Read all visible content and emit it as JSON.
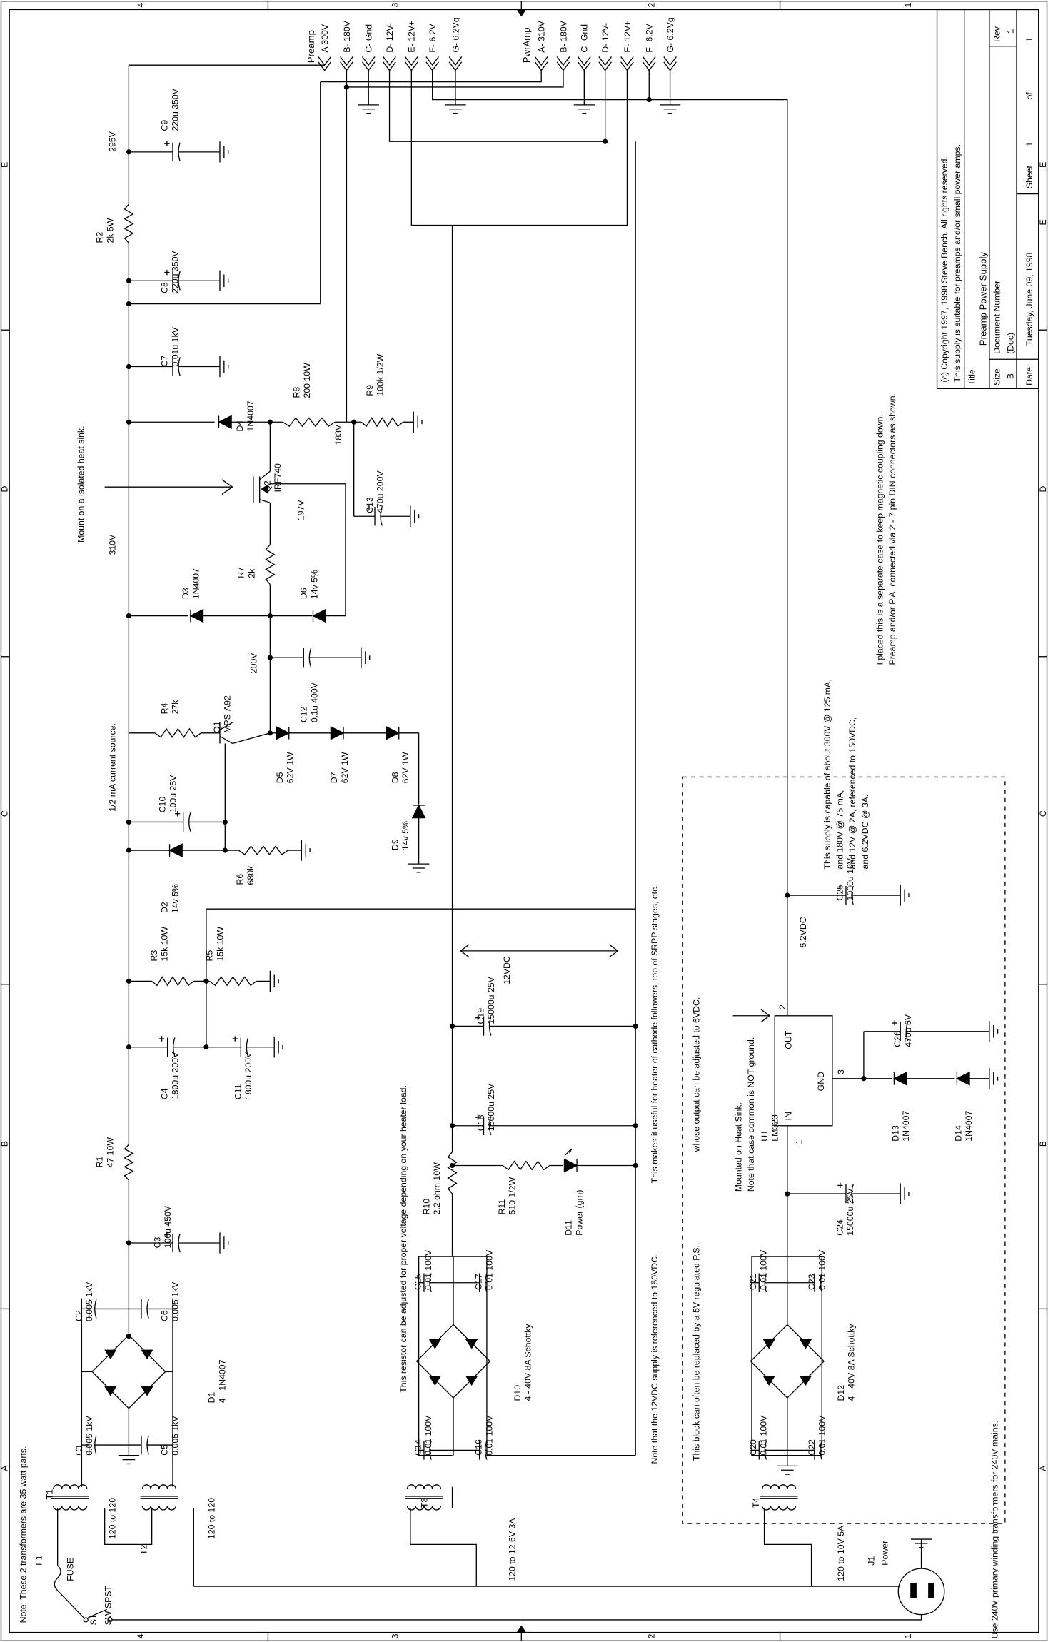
{
  "title_block": {
    "copyright": "(c) Copyright 1997, 1998 Steve Bench. All rights reserved.",
    "suitability": "This supply is suitable for preamps and/or small power amps.",
    "title_label": "Title",
    "title": "Preamp Power Supply",
    "size_label": "Size",
    "size": "B",
    "doc_number_label": "Document Number",
    "doc_number": "(Doc)",
    "rev_label": "Rev",
    "rev": "1",
    "date_label": "Date:",
    "date": "Tuesday, June 09, 1998",
    "sheet_label": "Sheet",
    "sheet": "1",
    "of_label": "of",
    "sheet_total": "1",
    "zone_mark": "E"
  },
  "zones": {
    "columns": [
      "4",
      "3",
      "2",
      "1"
    ],
    "rows": [
      "E",
      "D",
      "C",
      "B",
      "A"
    ]
  },
  "connectors": {
    "preamp": {
      "label": "Preamp",
      "pins": [
        "A 300V",
        "B- 180V",
        "C- Gnd",
        "D- 12V-",
        "E- 12V+",
        "F- 6.2V",
        "G- 6.2Vg"
      ]
    },
    "pwramp": {
      "label": "PwrAmp",
      "pins": [
        "A- 310V",
        "B- 180V",
        "C- Gnd",
        "D- 12V-",
        "E- 12V+",
        "F- 6.2V",
        "G- 6.2Vg"
      ]
    }
  },
  "components": {
    "C9": {
      "ref": "C9",
      "value": "220u 350V"
    },
    "R2": {
      "ref": "R2",
      "value": "2k 5W"
    },
    "C8": {
      "ref": "C8",
      "value": "220u 350V"
    },
    "C7": {
      "ref": "C7",
      "value": "0.01u 1kV"
    },
    "D4": {
      "ref": "D4",
      "value": "1N4007"
    },
    "R8": {
      "ref": "R8",
      "value": "200 10W"
    },
    "R9": {
      "ref": "R9",
      "value": "100k 1/2W"
    },
    "Q2": {
      "ref": "Q2",
      "value": "IRF740"
    },
    "C13": {
      "ref": "C13",
      "value": "470u 200V"
    },
    "D3": {
      "ref": "D3",
      "value": "1N4007"
    },
    "R7": {
      "ref": "R7",
      "value": "2k"
    },
    "D6": {
      "ref": "D6",
      "value": "14v 5%"
    },
    "C12": {
      "ref": "C12",
      "value": "0.1u 400V"
    },
    "R4": {
      "ref": "R4",
      "value": "27k"
    },
    "Q1": {
      "ref": "Q1",
      "value": "MPS-A92"
    },
    "D5": {
      "ref": "D5",
      "value": "62V 1W"
    },
    "D7": {
      "ref": "D7",
      "value": "62V 1W"
    },
    "D8": {
      "ref": "D8",
      "value": "62V 1W"
    },
    "C10": {
      "ref": "C10",
      "value": "100u 25V"
    },
    "D9": {
      "ref": "D9",
      "value": "14v 5%"
    },
    "D2": {
      "ref": "D2",
      "value": "14v 5%"
    },
    "R6": {
      "ref": "R6",
      "value": "680k"
    },
    "R3": {
      "ref": "R3",
      "value": "15k 10W"
    },
    "R5": {
      "ref": "R5",
      "value": "15k 10W"
    },
    "C4": {
      "ref": "C4",
      "value": "1800u 200V"
    },
    "C11": {
      "ref": "C11",
      "value": "1800u 200V"
    },
    "R1": {
      "ref": "R1",
      "value": "47 10W"
    },
    "C3": {
      "ref": "C3",
      "value": "100u 450V"
    },
    "C2": {
      "ref": "C2",
      "value": "0.005 1kV"
    },
    "C6": {
      "ref": "C6",
      "value": "0.005 1kV"
    },
    "C1": {
      "ref": "C1",
      "value": "0.005 1kV"
    },
    "C5": {
      "ref": "C5",
      "value": "0.005 1kV"
    },
    "D1": {
      "ref": "D1",
      "value": "4 - 1N4007"
    },
    "T1": {
      "ref": "T1",
      "value": "120 to 120"
    },
    "T2": {
      "ref": "T2",
      "value": "120 to 120"
    },
    "F1": {
      "ref": "F1",
      "value": "FUSE"
    },
    "S1": {
      "ref": "S1",
      "value": "SW SPST"
    },
    "C19": {
      "ref": "C19",
      "value": "15000u 25V"
    },
    "C18": {
      "ref": "C18",
      "value": "15000u 25V"
    },
    "R10": {
      "ref": "R10",
      "value": "2.2 ohm 10W"
    },
    "R11": {
      "ref": "R11",
      "value": "510 1/2W"
    },
    "D11": {
      "ref": "D11",
      "value": "Power (grn)"
    },
    "C15": {
      "ref": "C15",
      "value": "0.01 100V"
    },
    "C17": {
      "ref": "C17",
      "value": "0.01 100V"
    },
    "C14": {
      "ref": "C14",
      "value": "0.01 100V"
    },
    "C16": {
      "ref": "C16",
      "value": "0.01 100V"
    },
    "D10": {
      "ref": "D10",
      "value": "4 - 40V 8A Schottky"
    },
    "T3": {
      "ref": "T3",
      "value": "120 to 12.6V 3A"
    },
    "U1": {
      "ref": "U1",
      "value": "LM323",
      "pin_in": "IN",
      "pin_out": "OUT",
      "pin_gnd": "GND",
      "pin1": "1",
      "pin2": "2",
      "pin3": "3"
    },
    "C25": {
      "ref": "C25",
      "value": "1000u 10V"
    },
    "C26": {
      "ref": "C26",
      "value": "470u 6V"
    },
    "D13": {
      "ref": "D13",
      "value": "1N4007"
    },
    "D14": {
      "ref": "D14",
      "value": "1N4007"
    },
    "C24": {
      "ref": "C24",
      "value": "15000u 25V"
    },
    "C21": {
      "ref": "C21",
      "value": "0.01 100V"
    },
    "C23": {
      "ref": "C23",
      "value": "0.01 100V"
    },
    "C20": {
      "ref": "C20",
      "value": "0.01 100V"
    },
    "C22": {
      "ref": "C22",
      "value": "0.01 100V"
    },
    "D12": {
      "ref": "D12",
      "value": "4 - 40V 8A Schottky"
    },
    "T4": {
      "ref": "T4",
      "value": "120 to 10V 5A"
    },
    "J1": {
      "ref": "J1",
      "value": "Power"
    }
  },
  "nodes": {
    "v295": "295V",
    "v183": "183V",
    "v197": "197V",
    "v310": "310V",
    "v200": "200V",
    "v12": "12VDC",
    "v62": "6.2VDC"
  },
  "notes": {
    "heat_sink": "Mount on a isolated heat sink.",
    "current_source": "1/2 mA current source.",
    "transformers": "Note: These 2 transformers are 35 watt parts.",
    "resistor_adjust": "This resistor can be adjusted for proper voltage depending on your heater load.",
    "ref_150_a": "Note that the 12VDC supply is referenced to 150VDC.",
    "ref_150_b": "This makes it useful for heater of cathode followers, top of SRPP stages, etc.",
    "block_a": "This block can often be replaced by a 5V regulated P.S.,",
    "block_b": "whose output can be adjusted to 6VDC.",
    "mounted": "Mounted on Heat Sink.",
    "case_common": "Note that case common is NOT ground.",
    "cap_1": "This supply is capable of about 300V @ 125 mA,",
    "cap_2": "and 180V @ 75 mA,",
    "cap_3": "and 12V @ 2A, referenced to 150VDC,",
    "cap_4": "and 6.2VDC @ 3A.",
    "case_1": "I placed this is a separate case to keep magnetic coupling down.",
    "case_2": "Preamp and/or P.A. connected via 2 - 7 pin DIN connectors as shown.",
    "mains": "Use 240V primary winding transformers for 240V mains."
  }
}
